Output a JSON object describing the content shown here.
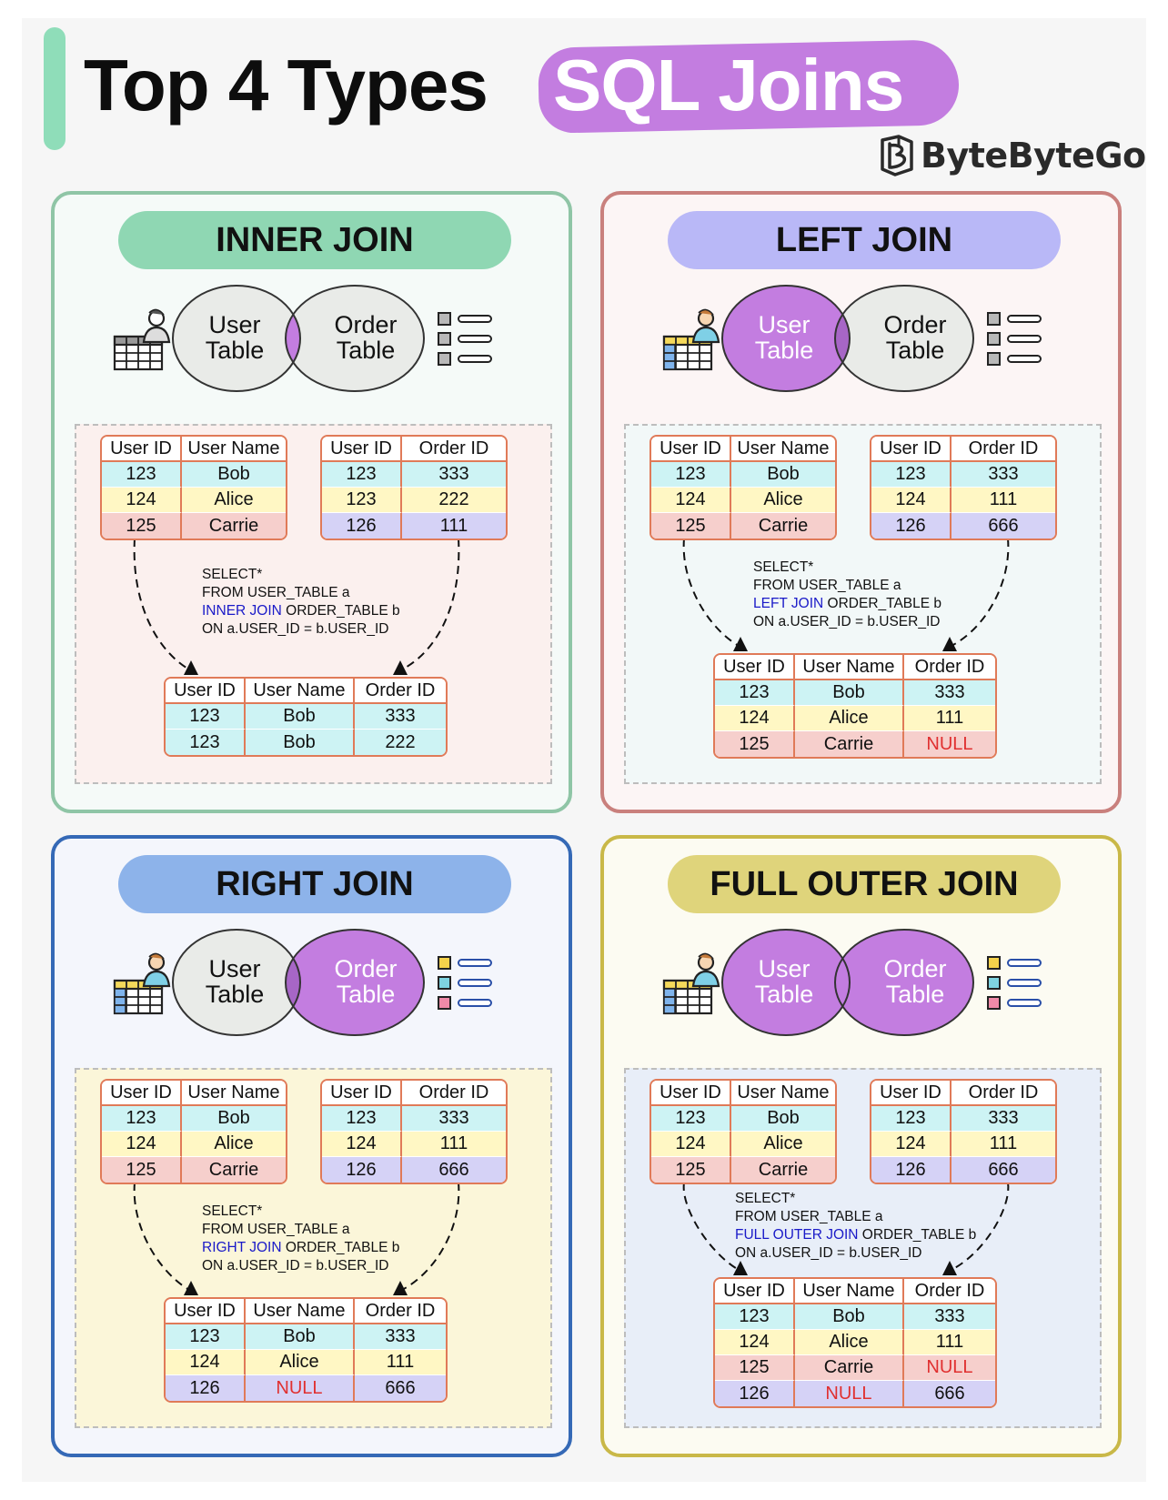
{
  "header": {
    "title": "Top 4 Types",
    "highlight": "SQL Joins",
    "brand": "ByteByteGo"
  },
  "colors": {
    "title_highlight": "#c37de0",
    "accent_bar": "#8fddb9",
    "table_border": "#e07a58",
    "null_text": "#e03030",
    "join_keyword": "#1a1ac8",
    "venn_fill": "#c37de0",
    "venn_empty": "#e9ebe8"
  },
  "venn_labels": {
    "left": [
      "User",
      "Table"
    ],
    "right": [
      "Order",
      "Table"
    ]
  },
  "user_table": {
    "headers": [
      "User ID",
      "User Name"
    ],
    "rows": [
      [
        "123",
        "Bob"
      ],
      [
        "124",
        "Alice"
      ],
      [
        "125",
        "Carrie"
      ]
    ]
  },
  "panels": [
    {
      "id": "inner",
      "title": "INNER JOIN",
      "highlight": "intersection",
      "icons_colored": false,
      "orders": {
        "headers": [
          "User ID",
          "Order ID"
        ],
        "rows": [
          [
            "123",
            "333"
          ],
          [
            "123",
            "222"
          ],
          [
            "126",
            "111"
          ]
        ]
      },
      "sql": {
        "line1": "SELECT*",
        "line2": "FROM USER_TABLE a",
        "keyword": "INNER JOIN",
        "line3_rest": " ORDER_TABLE b",
        "line4": "ON a.USER_ID = b.USER_ID"
      },
      "result": {
        "headers": [
          "User ID",
          "User Name",
          "Order ID"
        ],
        "rows": [
          [
            "123",
            "Bob",
            "333"
          ],
          [
            "123",
            "Bob",
            "222"
          ]
        ]
      }
    },
    {
      "id": "left",
      "title": "LEFT JOIN",
      "highlight": "left",
      "icons_colored": false,
      "orders": {
        "headers": [
          "User ID",
          "Order ID"
        ],
        "rows": [
          [
            "123",
            "333"
          ],
          [
            "124",
            "111"
          ],
          [
            "126",
            "666"
          ]
        ]
      },
      "sql": {
        "line1": "SELECT*",
        "line2": "FROM USER_TABLE a",
        "keyword": "LEFT JOIN",
        "line3_rest": " ORDER_TABLE b",
        "line4": "ON a.USER_ID = b.USER_ID"
      },
      "result": {
        "headers": [
          "User ID",
          "User Name",
          "Order ID"
        ],
        "rows": [
          [
            "123",
            "Bob",
            "333"
          ],
          [
            "124",
            "Alice",
            "111"
          ],
          [
            "125",
            "Carrie",
            "NULL"
          ]
        ]
      }
    },
    {
      "id": "right",
      "title": "RIGHT JOIN",
      "highlight": "right",
      "icons_colored": true,
      "orders": {
        "headers": [
          "User ID",
          "Order ID"
        ],
        "rows": [
          [
            "123",
            "333"
          ],
          [
            "124",
            "111"
          ],
          [
            "126",
            "666"
          ]
        ]
      },
      "sql": {
        "line1": "SELECT*",
        "line2": "FROM USER_TABLE a",
        "keyword": "RIGHT JOIN",
        "line3_rest": " ORDER_TABLE b",
        "line4": "ON a.USER_ID = b.USER_ID"
      },
      "result": {
        "headers": [
          "User ID",
          "User Name",
          "Order ID"
        ],
        "rows": [
          [
            "123",
            "Bob",
            "333"
          ],
          [
            "124",
            "Alice",
            "111"
          ],
          [
            "126",
            "NULL",
            "666"
          ]
        ]
      }
    },
    {
      "id": "full",
      "title": "FULL OUTER JOIN",
      "highlight": "both",
      "icons_colored": true,
      "orders": {
        "headers": [
          "User ID",
          "Order ID"
        ],
        "rows": [
          [
            "123",
            "333"
          ],
          [
            "124",
            "111"
          ],
          [
            "126",
            "666"
          ]
        ]
      },
      "sql": {
        "line1": "SELECT*",
        "line2": "FROM USER_TABLE a",
        "keyword": "FULL OUTER JOIN",
        "line3_rest": " ORDER_TABLE b",
        "line4": "ON a.USER_ID = b.USER_ID"
      },
      "result": {
        "headers": [
          "User ID",
          "User Name",
          "Order ID"
        ],
        "rows": [
          [
            "123",
            "Bob",
            "333"
          ],
          [
            "124",
            "Alice",
            "111"
          ],
          [
            "125",
            "Carrie",
            "NULL"
          ],
          [
            "126",
            "NULL",
            "666"
          ]
        ]
      }
    }
  ]
}
